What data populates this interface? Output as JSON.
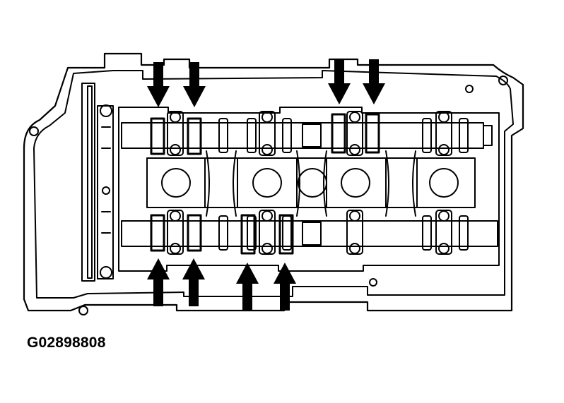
{
  "figure": {
    "caption": "G02898808",
    "subject": "cylinder-head-camshafts-top-view",
    "arrow_color": "#000000",
    "line_color": "#000000",
    "arrows": {
      "intake_side_down": 4,
      "exhaust_side_up": 4
    }
  }
}
